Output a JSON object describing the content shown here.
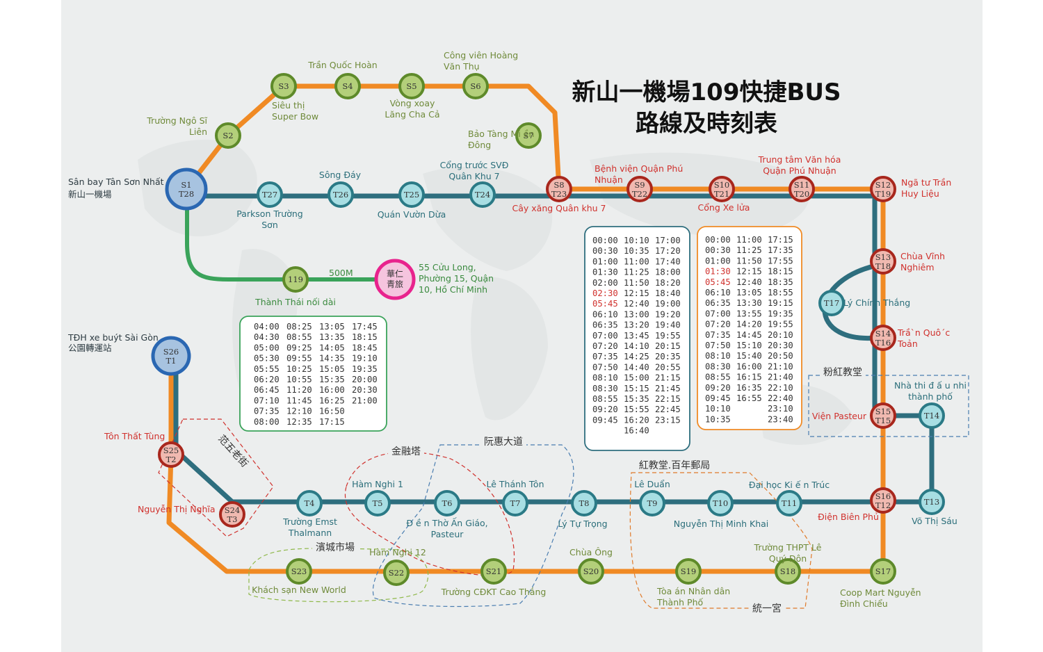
{
  "title": {
    "line1": "新山一機場109快捷BUS",
    "line2": "路線及時刻表"
  },
  "colors": {
    "orange_line": "#f08a24",
    "teal_line": "#2e6e7e",
    "green_line": "#3aa35a",
    "station_green_fill": "#b3cf7a",
    "station_green_ring": "#5e8a2a",
    "station_teal_fill": "#a8dee3",
    "station_teal_ring": "#2b7a86",
    "station_red_fill": "#f0b9b0",
    "station_red_ring": "#a8271d",
    "hub_blue": "#2a67b2",
    "hostel_pink": "#e8238d"
  },
  "stations": {
    "S1T28": "S1\nT28",
    "S2": "S2",
    "S3": "S3",
    "S4": "S4",
    "S5": "S5",
    "S6": "S6",
    "S7": "S7",
    "S8T23": "S8\nT23",
    "S9T22": "S9\nT22",
    "S10T21": "S10\nT21",
    "S11T20": "S11\nT20",
    "S12T19": "S12\nT19",
    "S13T18": "S13\nT18",
    "T17": "T17",
    "S14T16": "S14\nT16",
    "S15T15": "S15\nT15",
    "T14": "T14",
    "S16T12": "S16\nT12",
    "T13": "T13",
    "S17": "S17",
    "S18": "S18",
    "S19": "S19",
    "S20": "S20",
    "S21": "S21",
    "S22": "S22",
    "S23": "S23",
    "S24T3": "S24\nT3",
    "S25T2": "S25\nT2",
    "S26T1": "S26\nT1",
    "T4": "T4",
    "T5": "T5",
    "T6": "T6",
    "T7": "T7",
    "T8": "T8",
    "T9": "T9",
    "T10": "T10",
    "T11": "T11",
    "T24": "T24",
    "T25": "T25",
    "T26": "T26",
    "T27": "T27",
    "B119": "119",
    "hostel": "華仁\n青旅"
  },
  "labels": {
    "san_bay": "Sân bay Tân Sơn Nhất",
    "san_bay_zh": "新山一機場",
    "truong_ngo_si_lien": "Trường Ngô Sĩ\nLiên",
    "sieu_thi": "Siêu thị\nSuper Bow",
    "tran_quoc_hoan": "Trần Quốc Hoàn",
    "vong_xoay": "Vòng xoay\nLăng Cha Cả",
    "cong_vien": "Công viên Hoàng\nVăn Thụ",
    "bao_tang": "Bảo Tàng Mi ền\nĐông",
    "song_day": "Sông Đáy",
    "cong_truoc_svd": "Cổng trước SVĐ\nQuân Khu 7",
    "parkson": "Parkson Trường\nSơn",
    "quan_vuon_dua": "Quán Vườn Dừa",
    "cay_xang": "Cây xăng Quân khu 7",
    "benh_vien": "Bệnh viện Quận Phú\nNhuận",
    "cong_xe_lua": "Cổng Xe lửa",
    "trung_tam": "Trung tâm Văn hóa\nQuận Phú Nhuận",
    "nga_tu": "Ngã tư Trần\nHuy Liệu",
    "chua_vinh_nghiem": "Chùa Vĩnh\nNghiêm",
    "ly_chinh_thang": "Lý Chính Thắng",
    "tran_quoc_toan": "Trầ`n Quô´c\nToản",
    "vien_pasteur": "Viện Pasteur",
    "nha_thi": "Nhà thi đ ấ u nhi\nthành phố",
    "dien_bien_phu": "Điện Biên Phủ",
    "vo_thi_sau": "Võ Thị Sáu",
    "coop_mart": "Coop Mart Nguyễn\nĐình Chiểu",
    "thanh_thai": "Thành Thái nối dài",
    "dist_500m": "500M",
    "hostel_addr": "55 Cửu Long,\nPhường 15, Quận\n10, Hồ Chí Minh",
    "tdh": "TĐH xe buýt Sài Gòn",
    "tdh_zh": "公園轉運站",
    "ton_that_tung": "Tôn Thất Tùng",
    "nguyen_thi_nghia": "Nguyễn Thị Nghĩa",
    "truong_emst": "Trường Emst\nThalmann",
    "ham_nghi_1": "Hàm Nghi 1",
    "den_tho": "Đ ề n Thờ Ấn Giáo,\nPasteur",
    "le_thanh_ton": "Lê Thánh Tôn",
    "ly_tu_trong": "Lý Tự Trọng",
    "le_duan": "Lê Duẩn",
    "nguyen_thi_minh_khai": "Nguyễn Thị Minh Khai",
    "dai_hoc": "Đại học Ki ế n Trúc",
    "ham_nghi_12": "Hàm Nghi 12",
    "chua_ong": "Chùa Ông",
    "truong_thpt": "Trường THPT Lê\nQuý Đôn",
    "khach_san": "Khách sạn New World",
    "truong_cdkt": "Trường CĐKT Cao Thắng",
    "toa_an": "Tòa án Nhân dân\nThành Phố"
  },
  "zones": {
    "fan_ngu_lao": "范五老街",
    "jin_rong_ta": "金融塔",
    "ruan_hui": "阮惠大道",
    "bin_cheng": "濱城市場",
    "hong_jiao_tang": "紅教堂.百年郵局",
    "tong_yi_gong": "統一宮",
    "fen_hong_jiao_tang": "粉紅教堂"
  },
  "timetables": {
    "green": [
      [
        "04:00",
        "08:25",
        "13:05",
        "17:45"
      ],
      [
        "04:30",
        "08:55",
        "13:35",
        "18:15"
      ],
      [
        "05:00",
        "09:25",
        "14:05",
        "18:45"
      ],
      [
        "05:30",
        "09:55",
        "14:35",
        "19:10"
      ],
      [
        "05:55",
        "10:25",
        "15:05",
        "19:35"
      ],
      [
        "06:20",
        "10:55",
        "15:35",
        "20:00"
      ],
      [
        "06:45",
        "11:20",
        "16:00",
        "20:30"
      ],
      [
        "07:10",
        "11:45",
        "16:25",
        "21:00"
      ],
      [
        "07:35",
        "12:10",
        "16:50",
        ""
      ],
      [
        "08:00",
        "12:35",
        "17:15",
        ""
      ]
    ],
    "teal": [
      [
        "00:00",
        "10:10",
        "17:00"
      ],
      [
        "00:30",
        "10:35",
        "17:20"
      ],
      [
        "01:00",
        "11:00",
        "17:40"
      ],
      [
        "01:30",
        "11:25",
        "18:00"
      ],
      [
        "02:00",
        "11:50",
        "18:20"
      ],
      [
        "02:30",
        "12:15",
        "18:40"
      ],
      [
        "05:45",
        "12:40",
        "19:00"
      ],
      [
        "06:10",
        "13:00",
        "19:20"
      ],
      [
        "06:35",
        "13:20",
        "19:40"
      ],
      [
        "07:00",
        "13:45",
        "19:55"
      ],
      [
        "07:20",
        "14:10",
        "20:15"
      ],
      [
        "07:35",
        "14:25",
        "20:35"
      ],
      [
        "07:50",
        "14:40",
        "20:55"
      ],
      [
        "08:10",
        "15:00",
        "21:15"
      ],
      [
        "08:30",
        "15:15",
        "21:45"
      ],
      [
        "08:55",
        "15:35",
        "22:15"
      ],
      [
        "09:20",
        "15:55",
        "22:45"
      ],
      [
        "09:45",
        "16:20",
        "23:15"
      ],
      [
        "",
        "16:40",
        ""
      ]
    ],
    "teal_red_rows": [
      5,
      6
    ],
    "orange": [
      [
        "00:00",
        "11:00",
        "17:15"
      ],
      [
        "00:30",
        "11:25",
        "17:35"
      ],
      [
        "01:00",
        "11:50",
        "17:55"
      ],
      [
        "01:30",
        "12:15",
        "18:15"
      ],
      [
        "05:45",
        "12:40",
        "18:35"
      ],
      [
        "06:10",
        "13:05",
        "18:55"
      ],
      [
        "06:35",
        "13:30",
        "19:15"
      ],
      [
        "07:00",
        "13:55",
        "19:35"
      ],
      [
        "07:20",
        "14:20",
        "19:55"
      ],
      [
        "07:35",
        "14:45",
        "20:10"
      ],
      [
        "07:50",
        "15:10",
        "20:30"
      ],
      [
        "08:10",
        "15:40",
        "20:50"
      ],
      [
        "08:30",
        "16:00",
        "21:10"
      ],
      [
        "08:55",
        "16:15",
        "21:40"
      ],
      [
        "09:20",
        "16:35",
        "22:10"
      ],
      [
        "09:45",
        "16:55",
        "22:40"
      ],
      [
        "10:10",
        "",
        "23:10"
      ],
      [
        "10:35",
        "",
        "23:40"
      ]
    ],
    "orange_red_rows": [
      3,
      4
    ]
  }
}
